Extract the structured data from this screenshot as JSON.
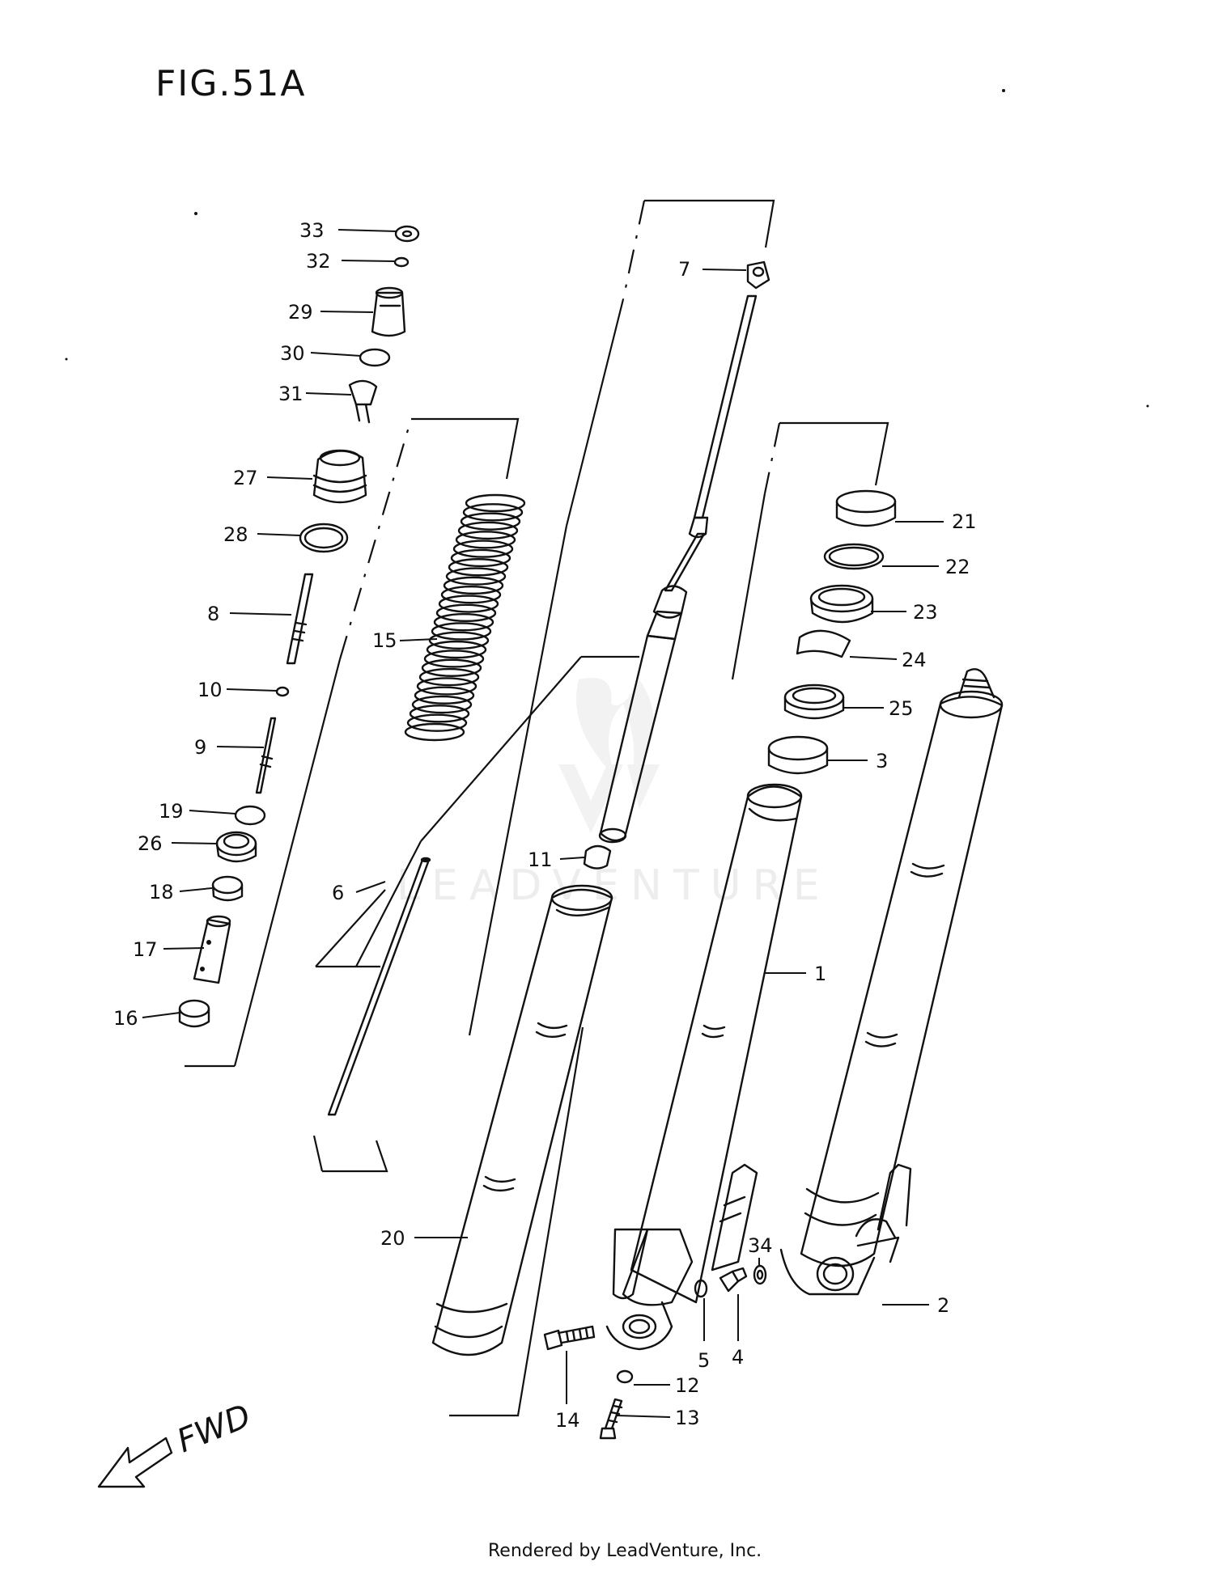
{
  "figure_title": "FIG.51A",
  "direction_label": "FWD",
  "footer_text": "Rendered by LeadVenture, Inc.",
  "watermark_text": "LEADVENTURE",
  "callouts": [
    {
      "part": "33",
      "label": "33"
    },
    {
      "part": "32",
      "label": "32"
    },
    {
      "part": "29",
      "label": "29"
    },
    {
      "part": "30",
      "label": "30"
    },
    {
      "part": "31",
      "label": "31"
    },
    {
      "part": "27",
      "label": "27"
    },
    {
      "part": "28",
      "label": "28"
    },
    {
      "part": "8",
      "label": "8"
    },
    {
      "part": "10",
      "label": "10"
    },
    {
      "part": "9",
      "label": "9"
    },
    {
      "part": "19",
      "label": "19"
    },
    {
      "part": "26",
      "label": "26"
    },
    {
      "part": "18",
      "label": "18"
    },
    {
      "part": "17",
      "label": "17"
    },
    {
      "part": "16",
      "label": "16"
    },
    {
      "part": "15",
      "label": "15"
    },
    {
      "part": "6",
      "label": "6"
    },
    {
      "part": "7",
      "label": "7"
    },
    {
      "part": "11",
      "label": "11"
    },
    {
      "part": "21",
      "label": "21"
    },
    {
      "part": "22",
      "label": "22"
    },
    {
      "part": "23",
      "label": "23"
    },
    {
      "part": "24",
      "label": "24"
    },
    {
      "part": "25",
      "label": "25"
    },
    {
      "part": "3",
      "label": "3"
    },
    {
      "part": "1",
      "label": "1"
    },
    {
      "part": "20",
      "label": "20"
    },
    {
      "part": "34",
      "label": "34"
    },
    {
      "part": "2",
      "label": "2"
    },
    {
      "part": "5",
      "label": "5"
    },
    {
      "part": "4",
      "label": "4"
    },
    {
      "part": "12",
      "label": "12"
    },
    {
      "part": "14",
      "label": "14"
    },
    {
      "part": "13",
      "label": "13"
    }
  ]
}
